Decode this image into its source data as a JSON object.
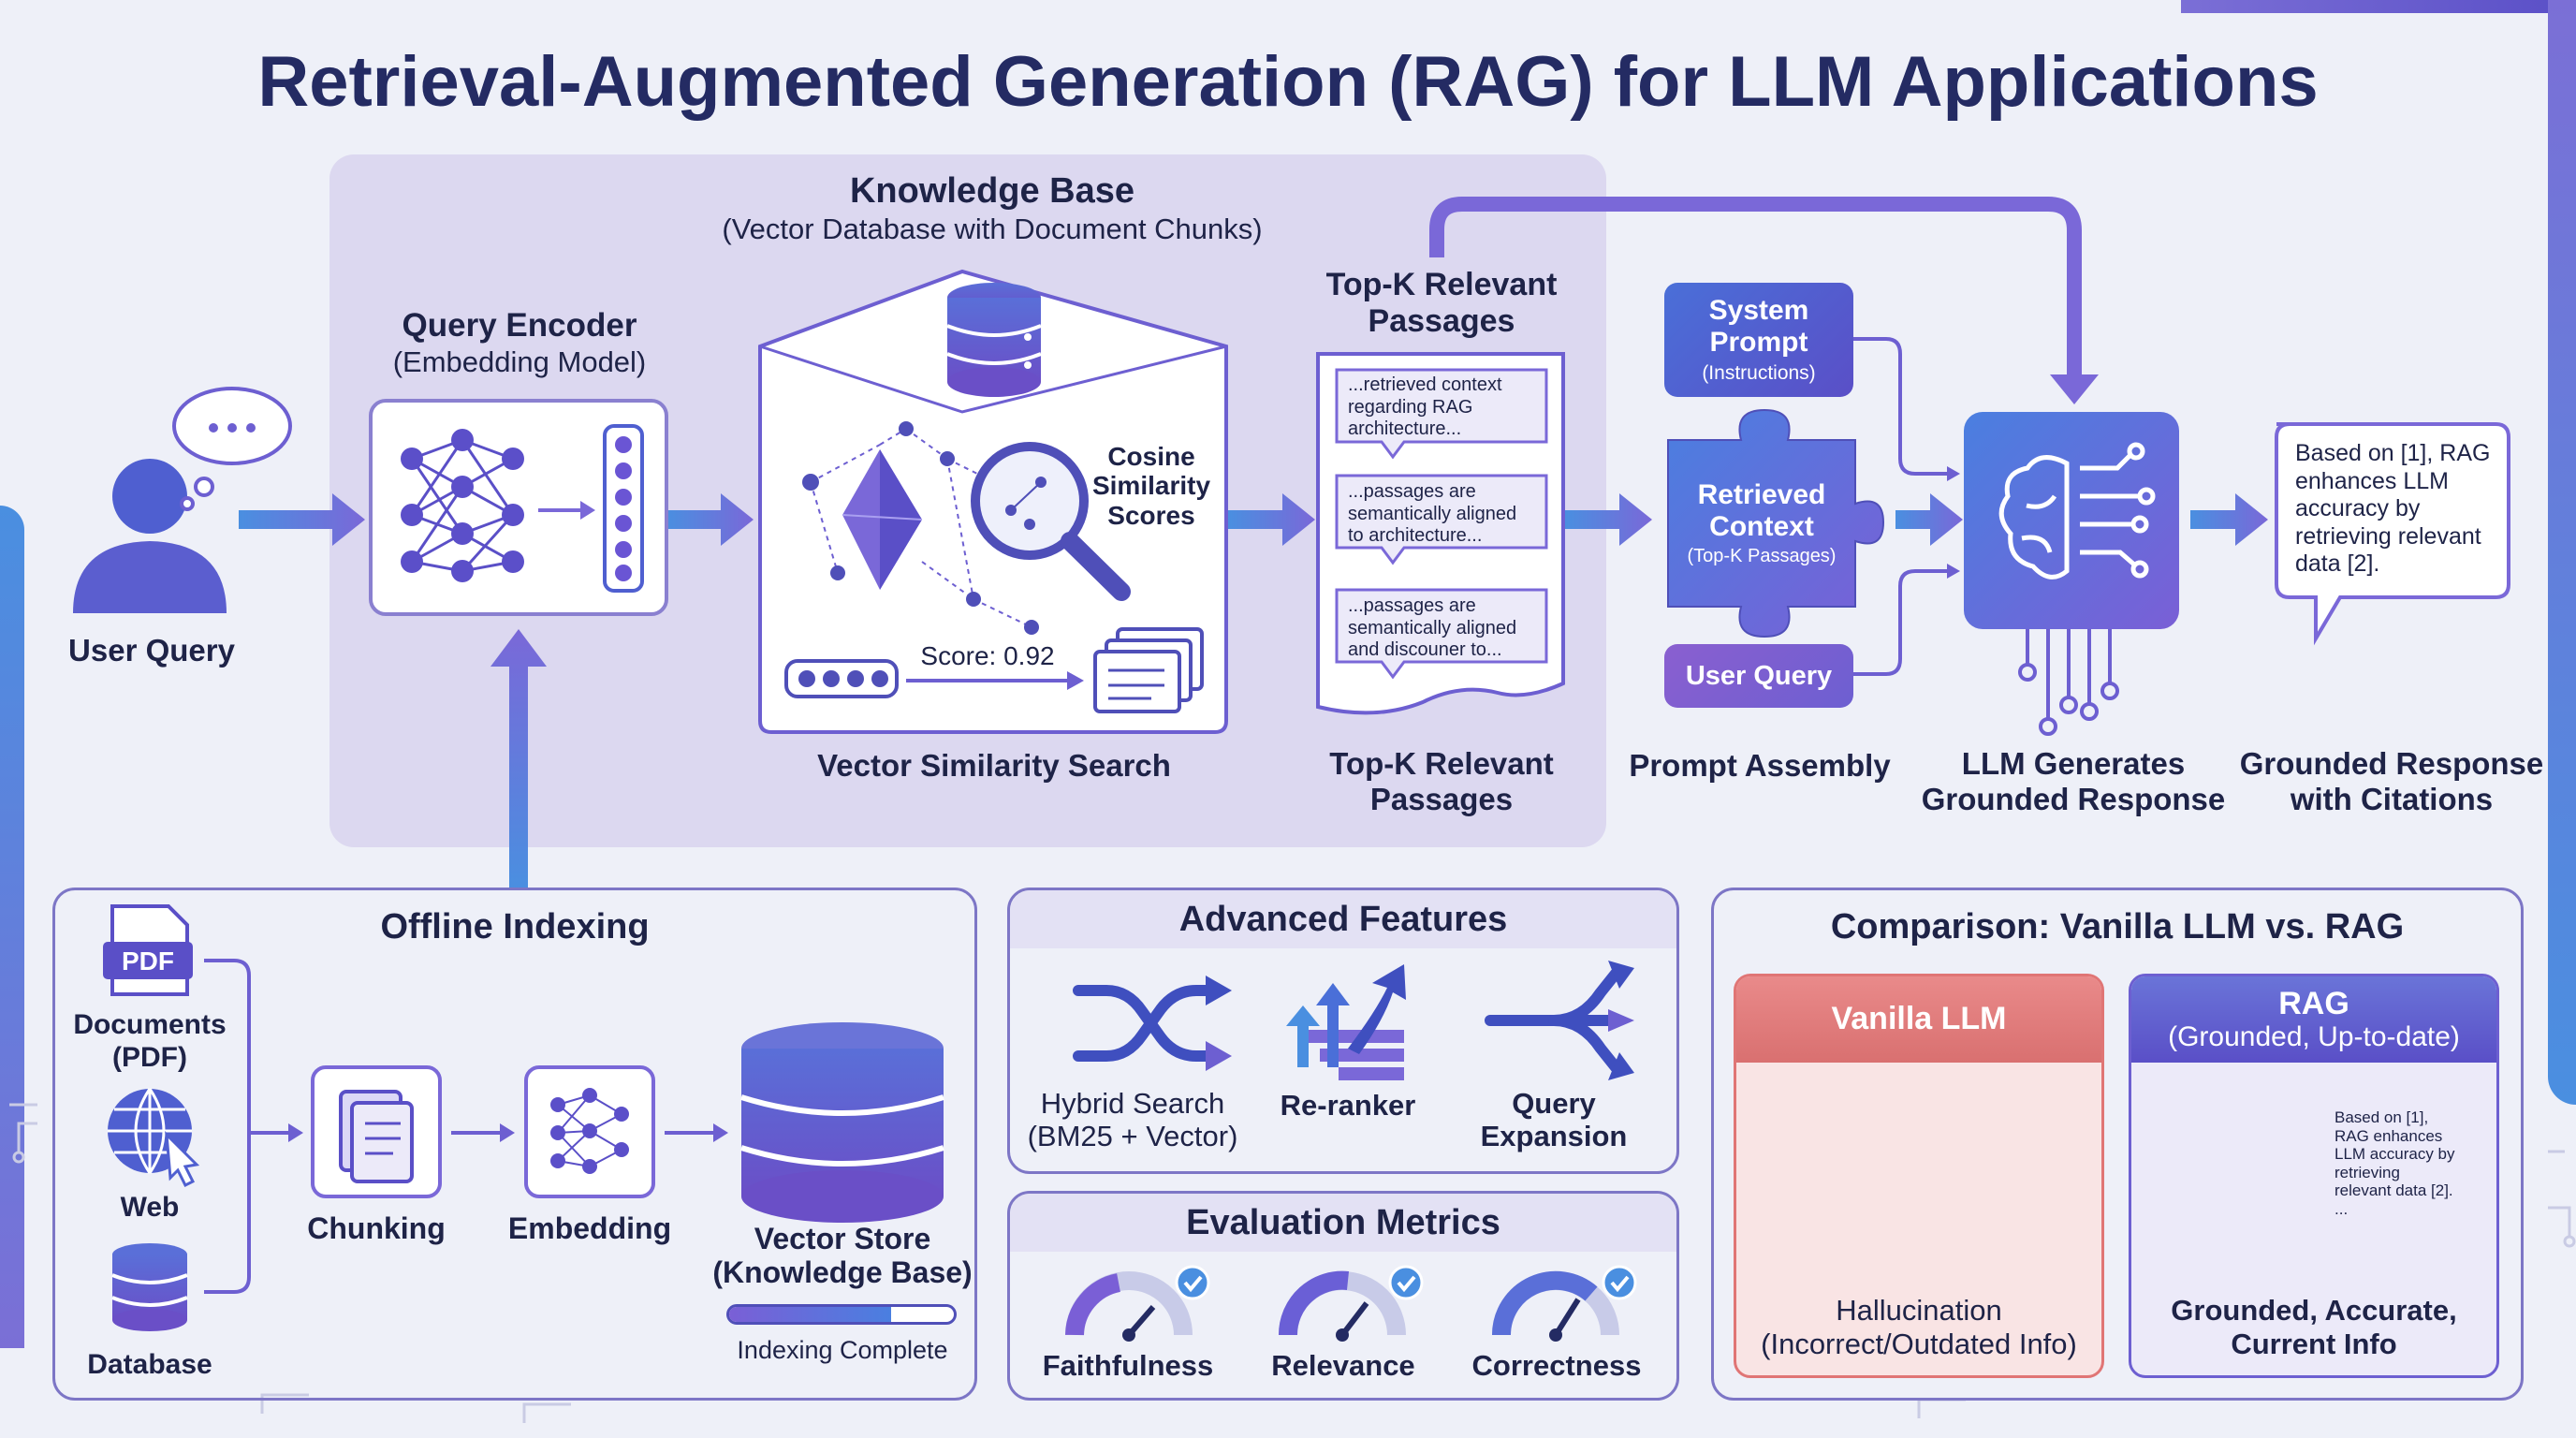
{
  "title": "Retrieval-Augmented Generation (RAG) for LLM Applications",
  "user_query": {
    "label": "User Query"
  },
  "query_encoder": {
    "title": "Query Encoder",
    "subtitle": "(Embedding Model)"
  },
  "knowledge_base": {
    "title": "Knowledge Base",
    "subtitle": "(Vector Database with Document Chunks)",
    "cosine_label": "Cosine\nSimilarity\nScores",
    "score": "Score: 0.92",
    "caption": "Vector Similarity Search"
  },
  "top_k": {
    "title": "Top-K Relevant\nPassages",
    "caption": "Top-K Relevant\nPassages",
    "passages": [
      "...retrieved context\nregarding RAG\narchitecture...",
      "...passages are\nsemantically aligned\nto architecture...",
      "...passages are\nsemantically aligned\nand discouner to..."
    ]
  },
  "prompt_assembly": {
    "system_prompt_title": "System\nPrompt",
    "system_prompt_sub": "(Instructions)",
    "retrieved_title": "Retrieved\nContext",
    "retrieved_sub": "(Top-K Passages)",
    "user_query": "User Query",
    "caption": "Prompt Assembly"
  },
  "llm": {
    "caption": "LLM Generates\nGrounded Response"
  },
  "response": {
    "text": "Based on [1], RAG enhances LLM accuracy by retrieving relevant data [2].",
    "caption": "Grounded Response\nwith Citations"
  },
  "offline": {
    "title": "Offline Indexing",
    "documents": "Documents\n(PDF)",
    "pdf_badge": "PDF",
    "web": "Web",
    "database": "Database",
    "chunking": "Chunking",
    "embedding": "Embedding",
    "vector_store": "Vector Store\n(Knowledge Base)",
    "indexing_status": "Indexing Complete",
    "indexing_progress": 0.72
  },
  "advanced": {
    "title": "Advanced Features",
    "items": [
      "Hybrid Search\n(BM25 + Vector)",
      "Re-ranker",
      "Query\nExpansion"
    ]
  },
  "evaluation": {
    "title": "Evaluation Metrics",
    "items": [
      "Faithfulness",
      "Relevance",
      "Correctness"
    ]
  },
  "comparison": {
    "title": "Comparison: Vanilla LLM vs. RAG",
    "vanilla_title": "Vanilla LLM",
    "vanilla_caption": "Hallucination\n(Incorrect/Outdated Info)",
    "rag_title": "RAG",
    "rag_subtitle": "(Grounded, Up-to-date)",
    "rag_bubble": "Based on [1],\nRAG enhances\nLLM accuracy by\nretrieving\nrelevant data [2].\n...",
    "rag_caption": "Grounded, Accurate,\nCurrent Info"
  },
  "colors": {
    "navy": "#242b63",
    "purple": "#6d5fd1",
    "blue": "#4a8fe0",
    "red": "#e07575"
  }
}
